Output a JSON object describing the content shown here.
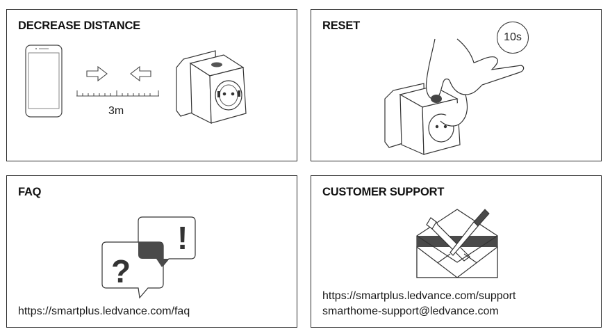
{
  "panels": {
    "decrease_distance": {
      "title": "DECREASE DISTANCE",
      "distance": "3m"
    },
    "reset": {
      "title": "RESET",
      "timer": "10s"
    },
    "faq": {
      "title": "FAQ",
      "url": "https://smartplus.ledvance.com/faq",
      "question_mark": "?",
      "exclamation_mark": "!"
    },
    "customer_support": {
      "title": "CUSTOMER SUPPORT",
      "url": "https://smartplus.ledvance.com/support",
      "email": "smarthome-support@ledvance.com"
    }
  },
  "icons": [
    "smartphone-icon",
    "arrow-right-icon",
    "arrow-left-icon",
    "ruler-icon",
    "smart-plug-icon",
    "hand-press-icon",
    "timer-badge",
    "speech-bubbles-icon",
    "envelope-tools-icon"
  ]
}
